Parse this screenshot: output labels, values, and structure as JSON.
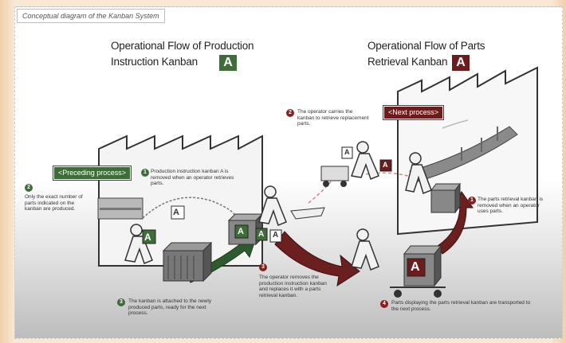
{
  "caption": "Conceptual diagram of the Kanban System",
  "left_title": {
    "line1": "Operational Flow of Production",
    "line2": "Instruction Kanban",
    "badge": "A"
  },
  "right_title": {
    "line1": "Operational Flow of Parts",
    "line2": "Retrieval Kanban",
    "badge": "A"
  },
  "tags": {
    "preceding": "<Preceding process>",
    "next": "<Next process>"
  },
  "steps": {
    "s1": {
      "num": "1",
      "text": "Production instruction kanban A is removed when an operator retrieves parts."
    },
    "s2": {
      "num": "2",
      "text": "Only the exact number of parts indicated on the kanban are produced."
    },
    "s3": {
      "num": "3",
      "text": "The kanban is attached to the newly produced parts, ready for the next process."
    },
    "s4": {
      "num": "3",
      "text": "The operator removes the production instruction kanban and replaces it with a parts retrieval kanban."
    },
    "s5": {
      "num": "2",
      "text": "The operator carries the kanban to retrieve replacement parts."
    },
    "s6": {
      "num": "1",
      "text": "The parts retrieval kanban is removed when an operator uses parts."
    },
    "s7": {
      "num": "4",
      "text": "Parts displaying the parts retrieval kanban are transported to the next process."
    }
  },
  "card_letter": "A",
  "colors": {
    "green_badge": "#3f6d3a",
    "red_badge": "#6b1c1c",
    "green_arrow": "#2f5a2f",
    "red_arrow": "#6b1f1f"
  }
}
